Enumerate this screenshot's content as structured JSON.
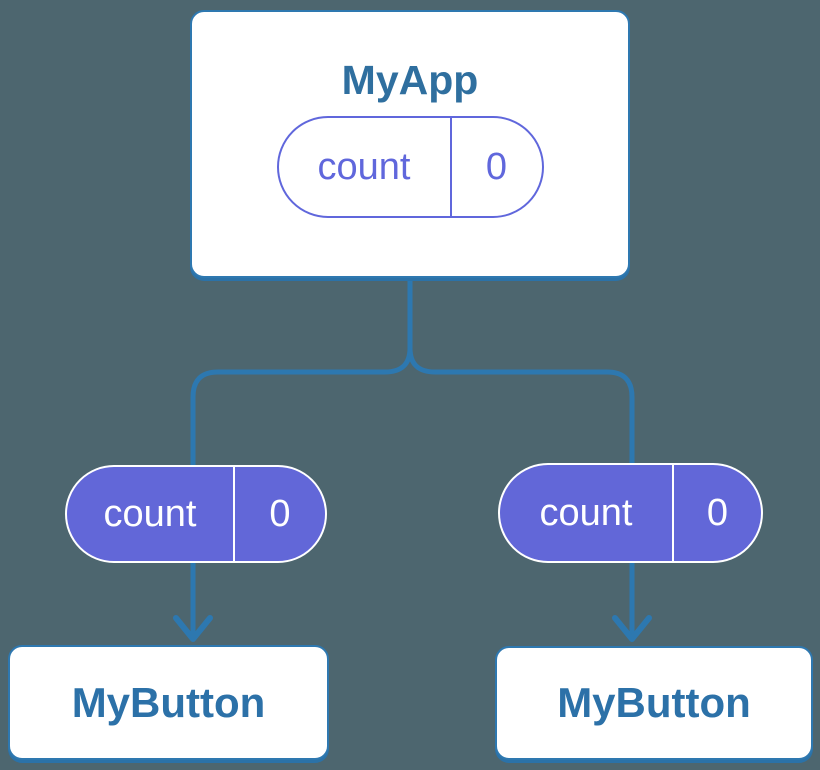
{
  "tree": {
    "parent": {
      "title": "MyApp",
      "state": {
        "key": "count",
        "value": "0"
      }
    },
    "children": [
      {
        "title": "MyButton",
        "prop": {
          "key": "count",
          "value": "0"
        }
      },
      {
        "title": "MyButton",
        "prop": {
          "key": "count",
          "value": "0"
        }
      }
    ]
  },
  "style": {
    "background_color": "#4D666F",
    "connector_color": "#2D78B0",
    "node_border_color": "#2E78B0",
    "node_text_color": "#2C71A8",
    "state_outline_color": "#6067DC",
    "prop_fill_color": "#6267D8",
    "prop_text_color": "#FFFFFF"
  },
  "icons": {
    "arrow_left": "arrow-down",
    "arrow_right": "arrow-down"
  }
}
